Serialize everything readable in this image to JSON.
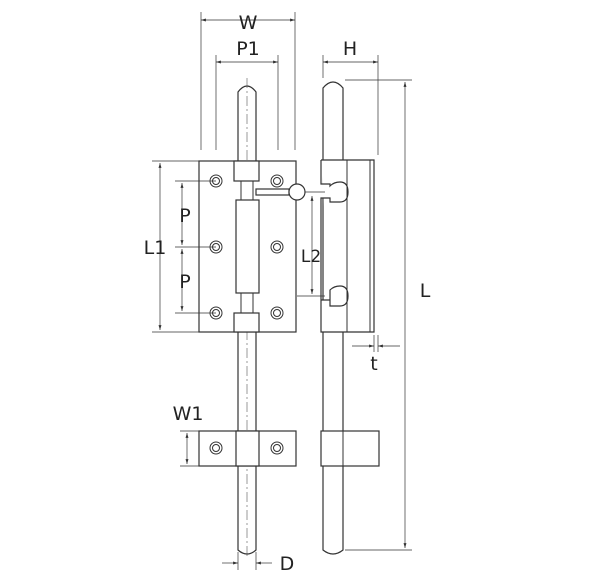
{
  "labels": {
    "W": "W",
    "P1": "P1",
    "H": "H",
    "L": "L",
    "L1": "L1",
    "P_upper": "P",
    "P_lower": "P",
    "L2": "L2",
    "t": "t",
    "W1": "W1",
    "D": "D"
  },
  "colors": {
    "line": "#333333",
    "background": "#ffffff"
  }
}
